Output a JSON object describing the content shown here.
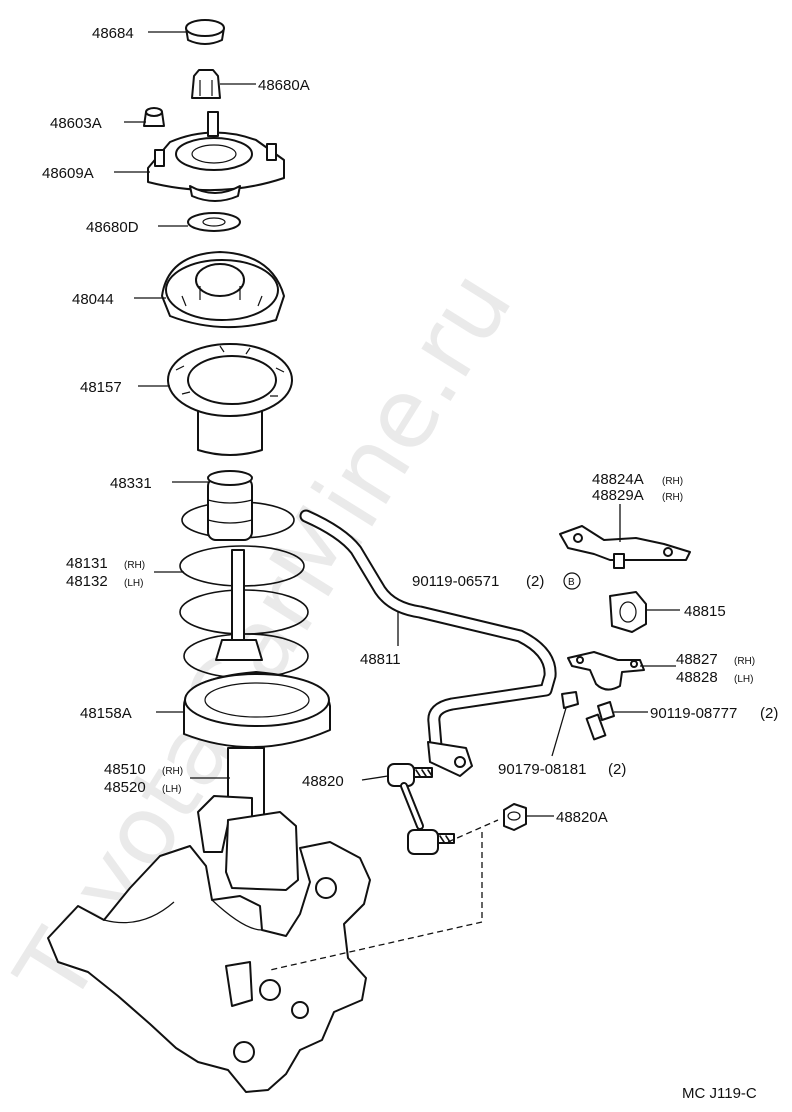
{
  "watermark": "ToyotaCarMine.ru",
  "diagram_code": "MC J119-C",
  "callouts": {
    "p48684": "48684",
    "p48680a": "48680A",
    "p48603a": "48603A",
    "p48609a": "48609A",
    "p48680d": "48680D",
    "p48044": "48044",
    "p48157": "48157",
    "p48331": "48331",
    "p48131": "48131",
    "p48132": "48132",
    "p48158a": "48158A",
    "p48510": "48510",
    "p48520": "48520",
    "p48820": "48820",
    "p48811": "48811",
    "p48824a": "48824A",
    "p48829a": "48829A",
    "p90119_06571": "90119-06571",
    "p48815": "48815",
    "p48827": "48827",
    "p48828": "48828",
    "p90119_08777": "90119-08777",
    "p90179_08181": "90179-08181",
    "p48820a": "48820A"
  },
  "qualifiers": {
    "rh": "(RH)",
    "lh": "(LH)",
    "qty2": "(2)",
    "marker_b": "B"
  }
}
